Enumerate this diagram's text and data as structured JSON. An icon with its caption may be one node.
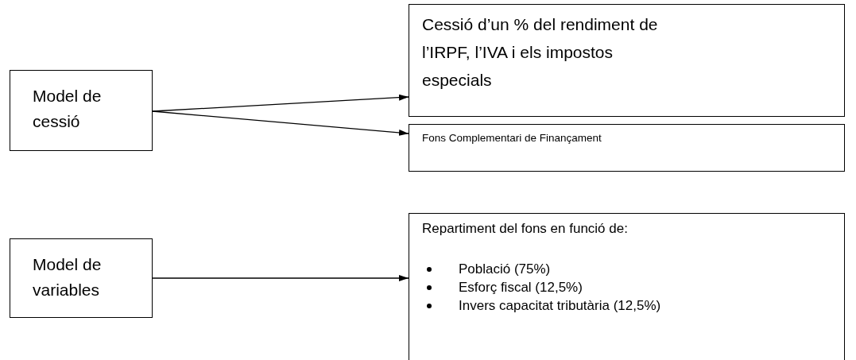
{
  "diagram": {
    "nodes": [
      {
        "text": [
          "Model de cessió"
        ]
      },
      {
        "text": [
          "Cessió d’un % del rendiment de l’IRPF, l’IVA i els impostos especials"
        ]
      },
      {
        "text": [
          "Fons Complementari de Finançament"
        ]
      },
      {
        "text": [
          "Model de variables"
        ]
      },
      {
        "text": [
          "Repartiment del fons en funció de:",
          "Població (75%)",
          "Esforç fiscal (12,5%)",
          "Invers capacitat tributària (12,5%)"
        ]
      }
    ],
    "edges": [
      {
        "from": 0,
        "to": 1,
        "arrow": "to"
      },
      {
        "from": 0,
        "to": 2,
        "arrow": "to"
      },
      {
        "from": 3,
        "to": 4,
        "arrow": "to"
      }
    ]
  }
}
